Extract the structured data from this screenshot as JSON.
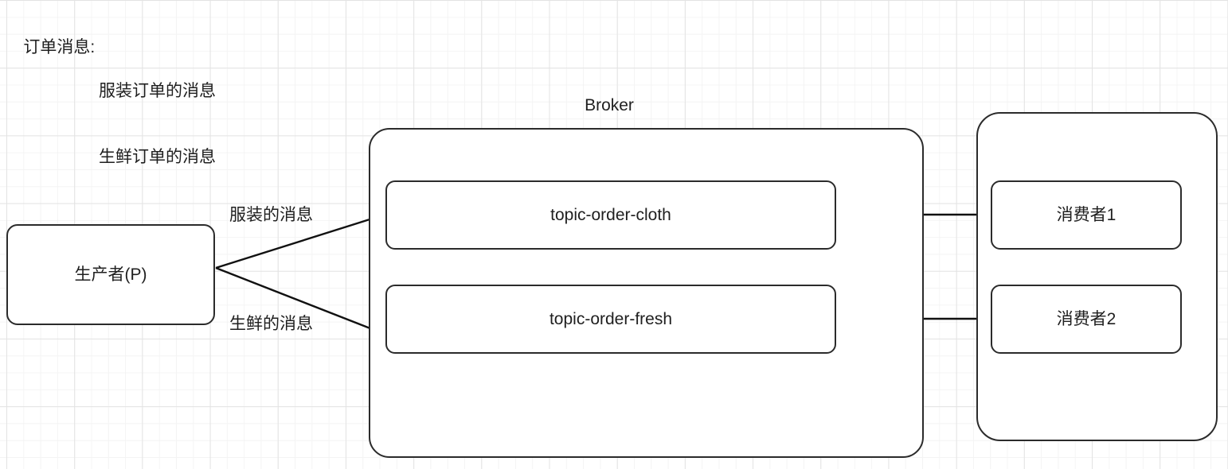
{
  "diagram": {
    "title_note": {
      "heading": "订单消息:",
      "lines": [
        "服装订单的消息",
        "生鲜订单的消息"
      ]
    },
    "broker": {
      "title": "Broker",
      "topics": [
        {
          "name": "topic-order-cloth"
        },
        {
          "name": "topic-order-fresh"
        }
      ]
    },
    "producer": {
      "label": "生产者(P)"
    },
    "consumer_group": {
      "consumers": [
        {
          "label": "消费者1"
        },
        {
          "label": "消费者2"
        }
      ]
    },
    "edges": [
      {
        "label": "服装的消息",
        "from": "producer",
        "to": "topic-order-cloth"
      },
      {
        "label": "生鲜的消息",
        "from": "producer",
        "to": "topic-order-fresh"
      },
      {
        "label": "",
        "from": "消费者1",
        "to": "topic-order-cloth"
      },
      {
        "label": "",
        "from": "消费者2",
        "to": "topic-order-fresh"
      }
    ],
    "colors": {
      "stroke": "#2b2b2b",
      "text": "#1f1f1f",
      "background": "#ffffff",
      "grid_minor": "#f4f4f4",
      "grid_major": "#e3e3e3"
    }
  }
}
